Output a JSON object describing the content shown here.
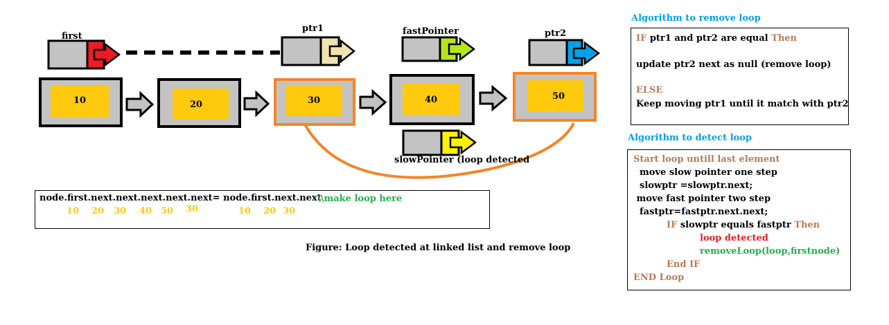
{
  "colors": {
    "node_fill": "#c3c3c3",
    "value_fill": "#ffc90e",
    "highlight_border": "#f58529",
    "loop_curve": "#f58529",
    "arrow_fill": "#c3c3c3",
    "first_tip": "#ed1c24",
    "ptr1_tip": "#efe4b0",
    "fast_tip": "#b5e61d",
    "ptr2_tip": "#00a2e8",
    "slow_tip": "#fff200",
    "heading_blue": "#00a2e8",
    "keyword_brown": "#b97a57",
    "comment_green": "#22b14c",
    "alert_red": "#ed1c24",
    "number_yellow": "#ffc90e"
  },
  "nodes": [
    "10",
    "20",
    "30",
    "40",
    "50"
  ],
  "pointers": {
    "first": "first",
    "ptr1": "ptr1",
    "fast": "fastPointer",
    "ptr2": "ptr2",
    "slow": "slowPointer (loop detected"
  },
  "code_box": {
    "statement": "node.first.next.next.next.next.next= node.first.next.next",
    "comment": "\\\\make loop here",
    "left_numbers": [
      "10",
      "20",
      "30",
      "40",
      "50",
      "30"
    ],
    "right_numbers": [
      "10",
      "20",
      "30"
    ]
  },
  "caption": "Figure: Loop detected at linked list and remove loop",
  "remove_algo": {
    "title": "Algorithm to remove loop",
    "if_kw": "IF",
    "if_text": " ptr1 and ptr2 are equal ",
    "then_kw": "Then",
    "update": "update ptr2 next as null (remove loop)",
    "else_kw": "ELSE",
    "keep": " Keep moving ptr1 until it match with ptr2"
  },
  "detect_algo": {
    "title": "Algorithm to detect loop",
    "start": "Start loop untill last element",
    "l1": "  move slow pointer one step",
    "l2": "  slowptr =slowptr.next;",
    "l3": " move fast pointer two step",
    "l4": "  fastptr=fastptr.next.next;",
    "if_kw": "IF",
    "if_text": " slowptr equals fastptr ",
    "then_kw": "Then",
    "detected": "loop detected",
    "remove_call": "removeLoop(loop,firstnode)",
    "end_if": "End IF",
    "end_loop": "END Loop"
  }
}
